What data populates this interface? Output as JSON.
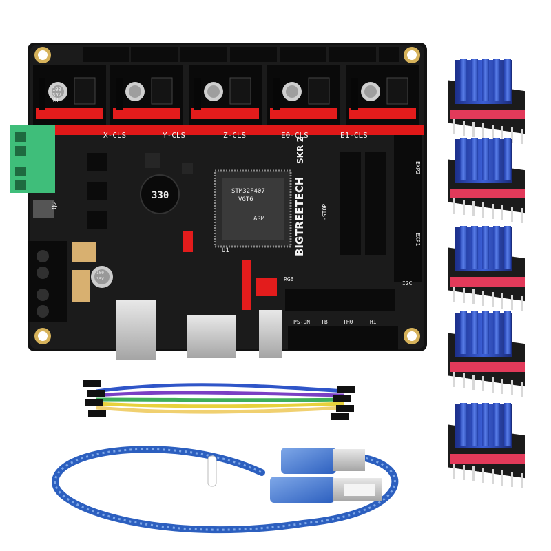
{
  "board": {
    "axis_labels": [
      "X-CLS",
      "Y-CLS",
      "Z-CLS",
      "E0-CLS",
      "E1-CLS"
    ],
    "brand": "BIGTREETECH",
    "model": "SKR 2",
    "inductor_label": "330",
    "mcu": {
      "line1": "STM32F407",
      "line2": "VGT6",
      "line3": "ARM"
    },
    "cap_top": {
      "line1": "100",
      "line2": "35V",
      "line3": "VH"
    },
    "cap_side": {
      "line1": "100",
      "line2": "35V"
    },
    "port_labels": {
      "q2": "Q2",
      "u1": "U1",
      "rgb": "RGB",
      "i2c": "I2C",
      "ps_on": "PS-ON",
      "th": "TB",
      "th0": "TH0",
      "th1": "TH1",
      "exp1": "EXP1",
      "exp2": "EXP2",
      "stop": "-STOP"
    }
  },
  "drivers": {
    "count": 5
  },
  "accessories": {
    "jumper_colors": [
      "#2f55c8",
      "#7b3fc4",
      "#3fae5a",
      "#e7d13c",
      "#f0d070"
    ],
    "usb_cable_color": "#2c5fbf"
  }
}
